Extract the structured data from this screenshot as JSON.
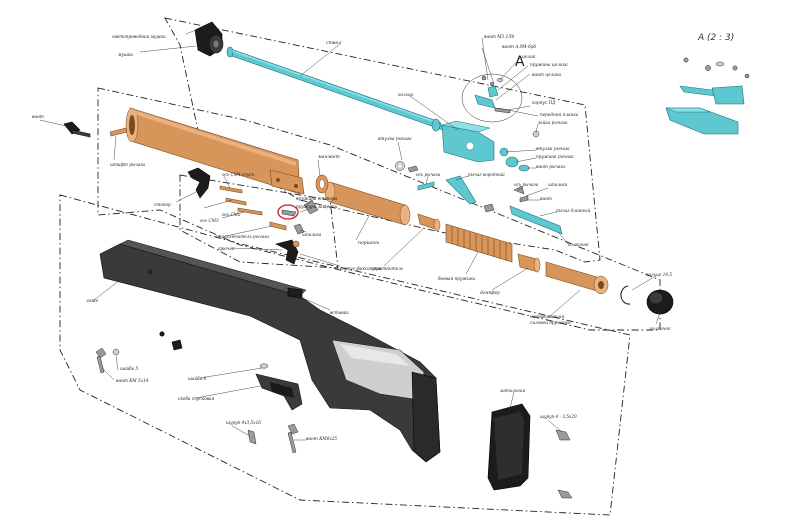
{
  "detail": {
    "title": "A (2 : 3)",
    "callout": "A"
  },
  "labels": {
    "svetoprovodnik": "светопроводник мушки",
    "mushka": "мушка",
    "stvol": "ствол",
    "vint_m3": "винт М3 2Л0",
    "vint_m3_6": "винт А.М4-6р6",
    "tselik": "целик",
    "pruzhina_tselika": "пружина целика",
    "vint_tselika": "винт целика",
    "korpus_pd": "корпус ПД",
    "perednyaya_planka": "передняя планка",
    "vtulka_rychaga": "втулка рычага",
    "koltso": "кольцо",
    "gaika_rychaga": "гайка рычага",
    "vint_rychaga": "винт рычага",
    "vtulka_rychaga2": "втулка рычага",
    "pruzhina_rychaga": "пружина рычага",
    "rychag_korotkiy": "рычаг короткий",
    "os_rychaga": "ось рычага",
    "shpilka": "шпилька",
    "rychag_dlinnyi": "рычаг длинный",
    "os_rychaga2": "ось рычага",
    "kolpachok": "колпачок",
    "vint_zad": "винт",
    "shtift_rychaga": "штифт рычага",
    "os_sm4": "ось СМ4 спуск",
    "stoper": "стопор",
    "os_sm3": "ось СМ3",
    "manzhet": "манжет",
    "pruzhina_stopora": "пружина стопора",
    "pruzhina_zaschelki": "пружина защелки",
    "os_sm2": "ось СМ2",
    "pereklyuchatel": "переключатель рычага",
    "porshen": "поршень",
    "kryuchok": "крючок",
    "korpus_fiksatora": "корпус фиксатора",
    "ushchelitel": "уплотнитель",
    "boevaya_pruzhina": "боевая пружина",
    "dempfer": "демпфер",
    "napravlyayuschaya": "направляющая",
    "silovoy_pruzhiny": "силовой пружины",
    "koltso_vn": "кольцо 14,5",
    "kolpachok_zad": "колпачок",
    "vstavka": "вставка",
    "lozhe": "ложе",
    "shayba5": "шайба 5",
    "vint_m5": "винт КМ 5х14",
    "shayba6": "шайба 6",
    "skoba": "скоба спусковая",
    "shurup_4": "шуруп 4х3,5х16",
    "vint_m6": "винт КМ6х25",
    "zatylnik": "затыльник",
    "shurup_tail": "шуруп 4 - 3,5х20"
  }
}
